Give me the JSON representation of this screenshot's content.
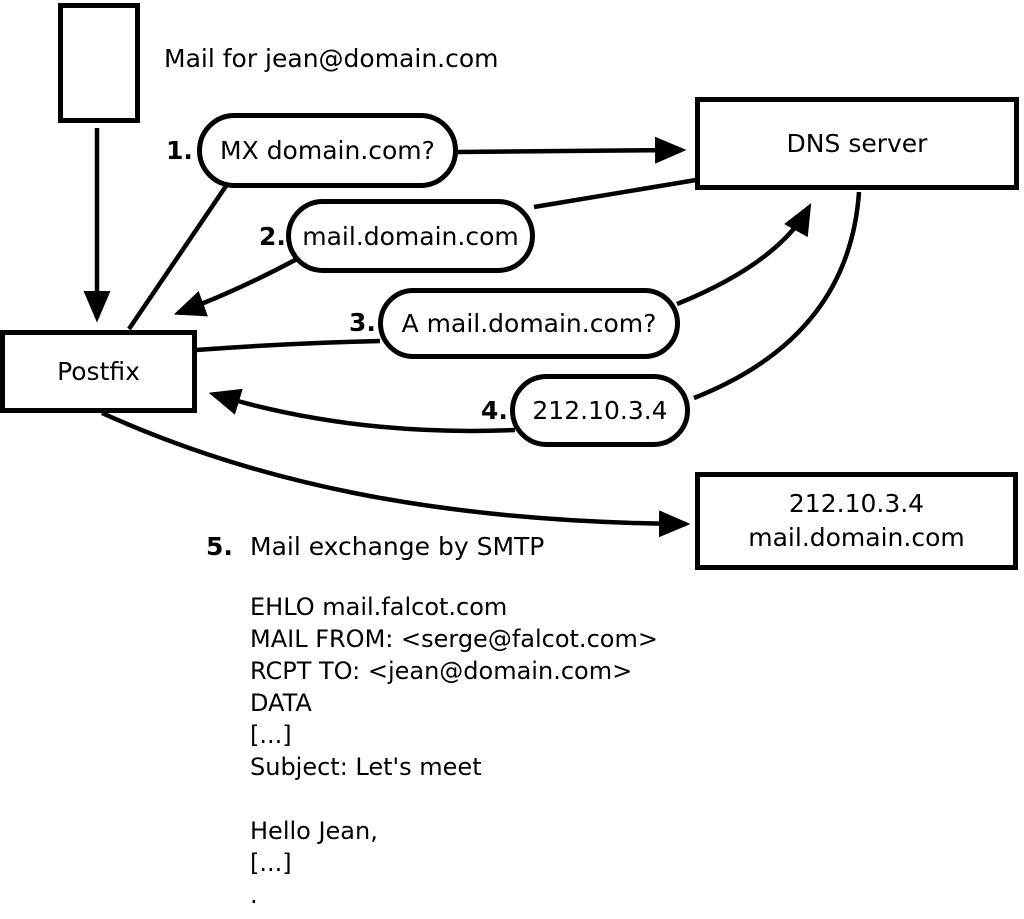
{
  "diagram": {
    "mail_for_label": "Mail for jean@domain.com",
    "postfix_box_label": "Postfix",
    "dns_box_label": "DNS server",
    "result_box": {
      "line1": "212.10.3.4",
      "line2": "mail.domain.com"
    },
    "steps": [
      {
        "num": "1.",
        "label": "MX domain.com?"
      },
      {
        "num": "2.",
        "label": "mail.domain.com"
      },
      {
        "num": "3.",
        "label": "A mail.domain.com?"
      },
      {
        "num": "4.",
        "label": "212.10.3.4"
      },
      {
        "num": "5.",
        "label": "Mail exchange by SMTP"
      }
    ],
    "smtp_session": "EHLO mail.falcot.com\nMAIL FROM: <serge@falcot.com>\nRCPT TO: <jean@domain.com>\nDATA\n[...]\nSubject: Let's meet\n\nHello Jean,\n[...]\n.",
    "colors": {
      "stroke": "#000000",
      "background": "#ffffff"
    }
  }
}
